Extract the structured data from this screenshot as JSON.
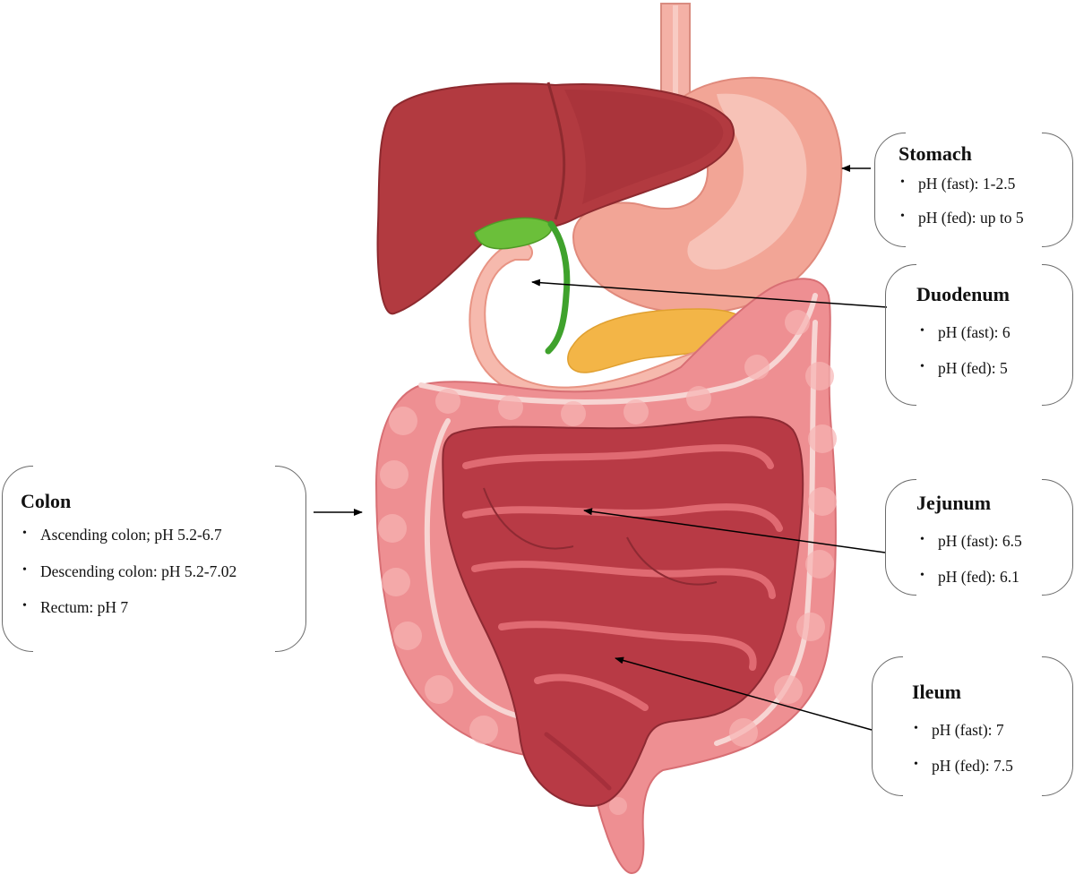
{
  "callouts": {
    "stomach": {
      "title": "Stomach",
      "items": [
        "pH (fast): 1-2.5",
        "pH (fed): up to 5"
      ]
    },
    "duodenum": {
      "title": "Duodenum",
      "items": [
        "pH (fast): 6",
        "pH (fed): 5"
      ]
    },
    "jejunum": {
      "title": "Jejunum",
      "items": [
        "pH (fast): 6.5",
        "pH (fed): 6.1"
      ]
    },
    "ileum": {
      "title": "Ileum",
      "items": [
        "pH (fast): 7",
        "pH (fed): 7.5"
      ]
    },
    "colon": {
      "title": "Colon",
      "items": [
        "Ascending colon; pH 5.2-6.7",
        "Descending colon: pH 5.2-7.02",
        "Rectum: pH 7"
      ]
    }
  },
  "bullet": "•",
  "colors": {
    "liver": "#b23a40",
    "liver_dark": "#8e2a2f",
    "gallbladder": "#6bbf3a",
    "bile_duct": "#3fa22c",
    "stomach": "#f2a596",
    "stomach_light": "#f8c9bf",
    "esophagus": "#f4b1a6",
    "pancreas": "#f3b547",
    "small_intestine": "#b83a45",
    "small_intestine_light": "#e06a72",
    "colon": "#ee8f92",
    "colon_light": "#f7b4b4",
    "duodenum": "#f6b9ad",
    "arrow": "#000000",
    "box_border": "#6b6b6b"
  }
}
